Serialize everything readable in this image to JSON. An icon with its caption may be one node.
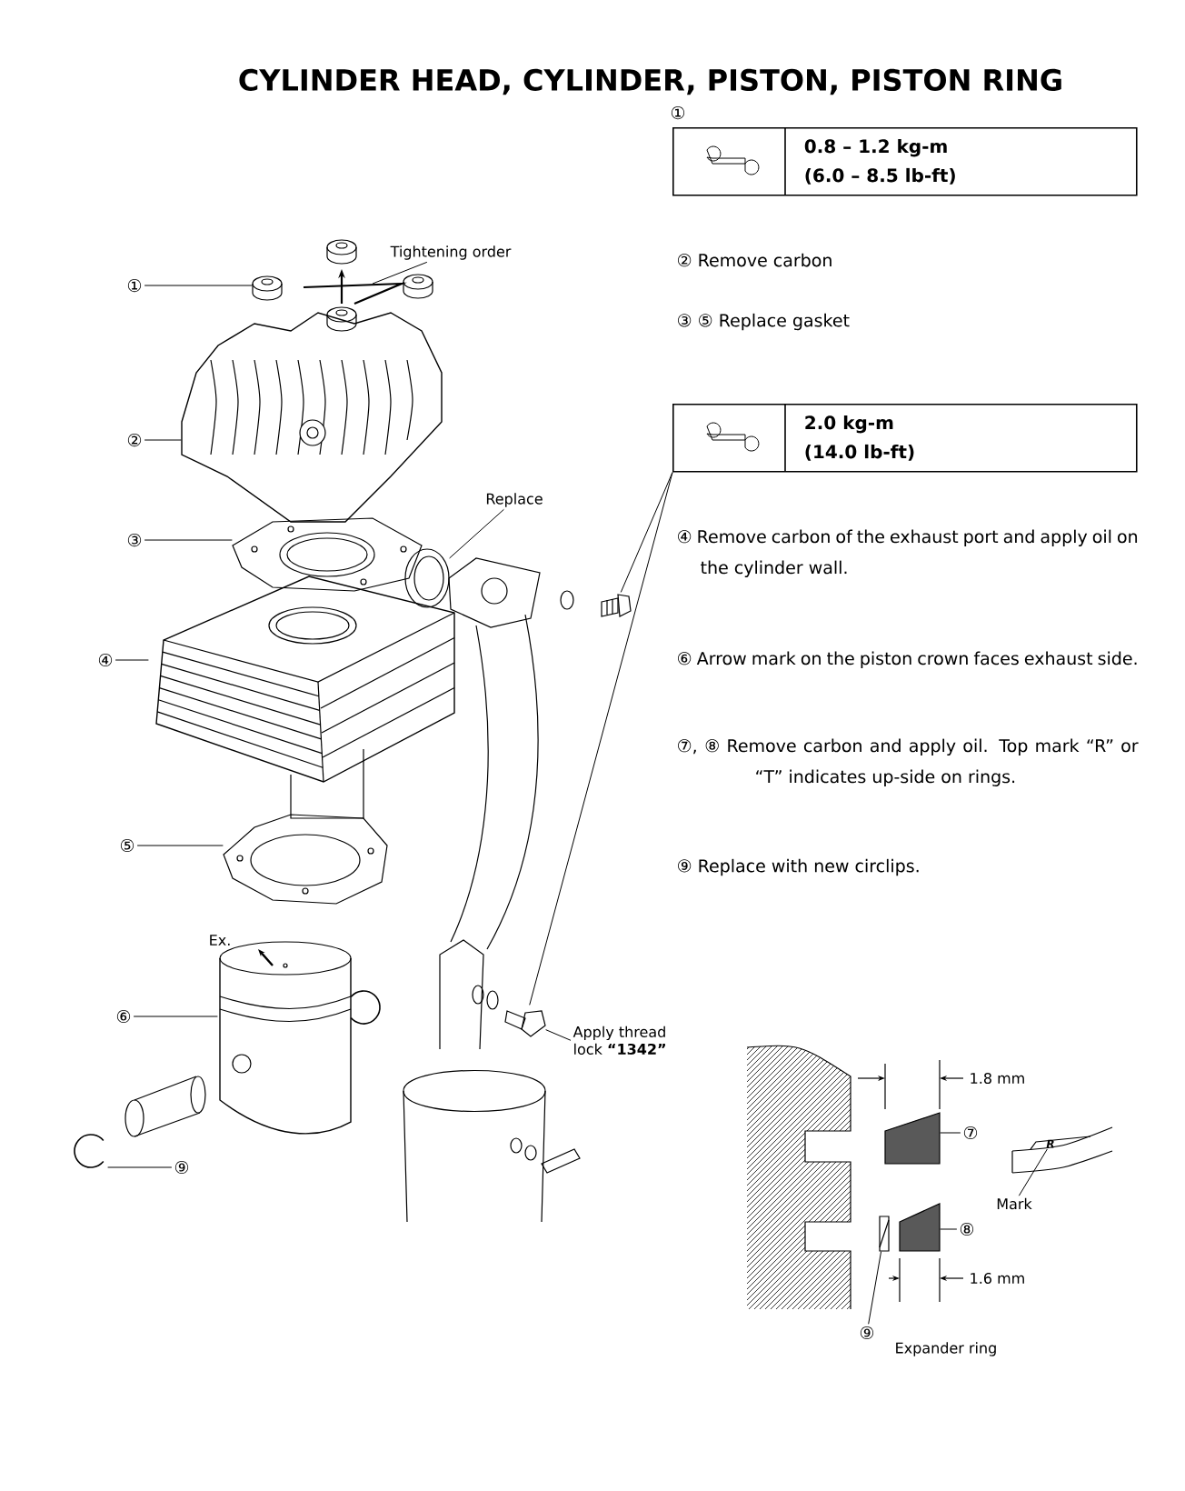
{
  "diagram": {
    "title": "CYLINDER HEAD, CYLINDER, PISTON, PISTON RING",
    "nodes": [
      {
        "text": [
          "①"
        ]
      },
      {
        "text": [],
        "shape": "picture"
      },
      {
        "text": [
          "②"
        ]
      },
      {
        "text": [],
        "shape": "picture"
      },
      {
        "text": [
          "③"
        ]
      },
      {
        "text": [],
        "shape": "picture"
      },
      {
        "text": [
          "④"
        ]
      },
      {
        "text": [],
        "shape": "picture"
      },
      {
        "text": [
          "⑤"
        ]
      },
      {
        "text": [],
        "shape": "picture"
      },
      {
        "text": [
          "⑥"
        ]
      },
      {
        "text": [],
        "shape": "picture"
      },
      {
        "text": [
          "⑨"
        ]
      },
      {
        "text": [],
        "shape": "picture"
      },
      {
        "text": [
          "Tightening order"
        ]
      },
      {
        "text": [
          "Replace"
        ]
      },
      {
        "text": [],
        "shape": "picture"
      },
      {
        "text": [
          "Apply thread lock **“1342”**"
        ]
      },
      {
        "text": [],
        "shape": "picture"
      },
      {
        "text": [
          "0.8 – 1.2 kg-m (6.0 – 8.5 lb-ft)"
        ],
        "beside": [
          "①"
        ]
      },
      {
        "text": [
          "2.0 kg-m (14.0 lb-ft)"
        ]
      },
      {
        "text": [],
        "shape": "picture"
      },
      {
        "text": [
          "⑦"
        ]
      },
      {
        "text": [],
        "shape": "box"
      },
      {
        "text": [
          "⑧"
        ]
      },
      {
        "text": [],
        "shape": "box"
      },
      {
        "text": [
          "⑨"
        ]
      },
      {
        "text": [],
        "shape": "picture"
      },
      {
        "text": [
          "Mark"
        ]
      },
      {
        "text": [
          "R"
        ]
      }
    ],
    "edges": [
      {
        "from": 0,
        "to": 1,
        "arrow": "none"
      },
      {
        "from": 2,
        "to": 3,
        "arrow": "none"
      },
      {
        "from": 4,
        "to": 5,
        "arrow": "none"
      },
      {
        "from": 6,
        "to": 7,
        "arrow": "none"
      },
      {
        "from": 8,
        "to": 9,
        "arrow": "none"
      },
      {
        "from": 10,
        "to": 11,
        "arrow": "none"
      },
      {
        "from": 12,
        "to": 13,
        "arrow": "none"
      },
      {
        "from": 14,
        "to": null,
        "arrow": "none"
      },
      {
        "from": 15,
        "to": 16,
        "arrow": "none"
      },
      {
        "from": 17,
        "to": 18,
        "arrow": "none"
      },
      {
        "from": 20,
        "to": 21,
        "arrow": "none"
      },
      {
        "from": 20,
        "to": 18,
        "arrow": "none"
      },
      {
        "from": 22,
        "to": 23,
        "arrow": "none"
      },
      {
        "from": 24,
        "to": 25,
        "arrow": "none"
      },
      {
        "from": 26,
        "to": 27,
        "arrow": "none"
      },
      {
        "from": 28,
        "to": 29,
        "arrow": "none"
      }
    ],
    "labels": [
      "Ex.",
      "② Remove carbon",
      "③ ⑤ Replace gasket",
      "④ Remove carbon of the exhaust port and apply oil on the cylinder wall.",
      "⑥ Arrow mark on the piston crown faces exhaust side.",
      "⑦, ⑧ Remove carbon and apply oil. Top mark “R” or “T” indicates up-side on rings.",
      "⑨ Replace with new circlips.",
      "1.8 mm",
      "1.6 mm",
      "Expander ring"
    ]
  }
}
